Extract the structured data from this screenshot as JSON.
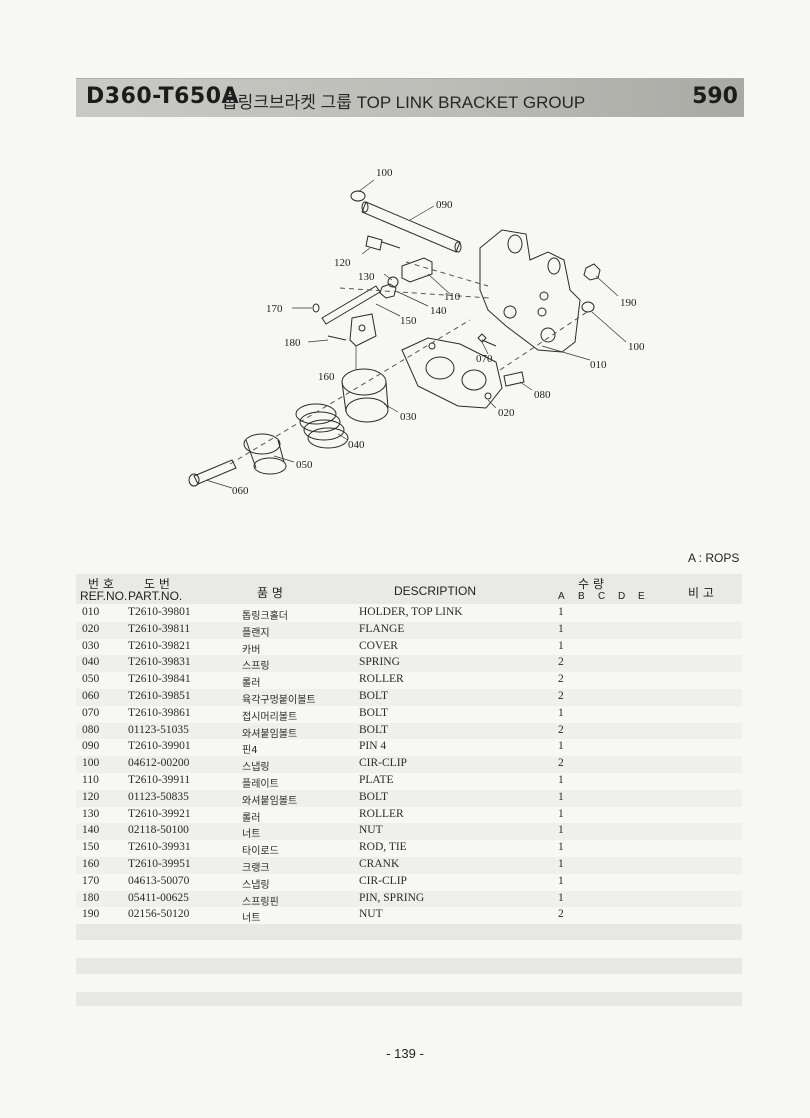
{
  "header": {
    "model": "D360-T650A",
    "title": "톱링크브라켓 그룹 TOP LINK BRACKET GROUP",
    "page_code": "590"
  },
  "diagram": {
    "callouts": [
      "100",
      "090",
      "120",
      "130",
      "110",
      "140",
      "170",
      "150",
      "190",
      "100",
      "180",
      "070",
      "010",
      "160",
      "080",
      "030",
      "020",
      "040",
      "050",
      "060"
    ]
  },
  "note": "A : ROPS",
  "table": {
    "headers": {
      "ref_kor": "번 호",
      "ref_eng": "REF.NO.",
      "part_kor": "도 번",
      "part_eng": "PART.NO.",
      "name_kor": "품 명",
      "description": "DESCRIPTION",
      "qty_kor": "수 량",
      "qty_cols": [
        "A",
        "B",
        "C",
        "D",
        "E"
      ],
      "remarks_kor": "비 고"
    },
    "rows": [
      {
        "ref": "010",
        "part": "T2610-39801",
        "kor": "톱링크홀더",
        "desc": "HOLDER, TOP LINK",
        "qty": "1"
      },
      {
        "ref": "020",
        "part": "T2610-39811",
        "kor": "플랜지",
        "desc": "FLANGE",
        "qty": "1"
      },
      {
        "ref": "030",
        "part": "T2610-39821",
        "kor": "카버",
        "desc": "COVER",
        "qty": "1"
      },
      {
        "ref": "040",
        "part": "T2610-39831",
        "kor": "스프링",
        "desc": "SPRING",
        "qty": "2"
      },
      {
        "ref": "050",
        "part": "T2610-39841",
        "kor": "롤러",
        "desc": "ROLLER",
        "qty": "2"
      },
      {
        "ref": "060",
        "part": "T2610-39851",
        "kor": "육각구멍붙이볼트",
        "desc": "BOLT",
        "qty": "2"
      },
      {
        "ref": "070",
        "part": "T2610-39861",
        "kor": "접시머리볼트",
        "desc": "BOLT",
        "qty": "1"
      },
      {
        "ref": "080",
        "part": "01123-51035",
        "kor": "와셔붙임볼트",
        "desc": "BOLT",
        "qty": "2"
      },
      {
        "ref": "090",
        "part": "T2610-39901",
        "kor": "핀4",
        "desc": "PIN 4",
        "qty": "1"
      },
      {
        "ref": "100",
        "part": "04612-00200",
        "kor": "스냅링",
        "desc": "CIR-CLIP",
        "qty": "2"
      },
      {
        "ref": "110",
        "part": "T2610-39911",
        "kor": "플레이트",
        "desc": "PLATE",
        "qty": "1"
      },
      {
        "ref": "120",
        "part": "01123-50835",
        "kor": "와셔붙임볼트",
        "desc": "BOLT",
        "qty": "1"
      },
      {
        "ref": "130",
        "part": "T2610-39921",
        "kor": "롤러",
        "desc": "ROLLER",
        "qty": "1"
      },
      {
        "ref": "140",
        "part": "02118-50100",
        "kor": "너트",
        "desc": "NUT",
        "qty": "1"
      },
      {
        "ref": "150",
        "part": "T2610-39931",
        "kor": "타이로드",
        "desc": "ROD, TIE",
        "qty": "1"
      },
      {
        "ref": "160",
        "part": "T2610-39951",
        "kor": "크랭크",
        "desc": "CRANK",
        "qty": "1"
      },
      {
        "ref": "170",
        "part": "04613-50070",
        "kor": "스냅링",
        "desc": "CIR-CLIP",
        "qty": "1"
      },
      {
        "ref": "180",
        "part": "05411-00625",
        "kor": "스프링핀",
        "desc": "PIN, SPRING",
        "qty": "1"
      },
      {
        "ref": "190",
        "part": "02156-50120",
        "kor": "너트",
        "desc": "NUT",
        "qty": "2"
      }
    ]
  },
  "footer": {
    "page_number": "- 139 -"
  }
}
